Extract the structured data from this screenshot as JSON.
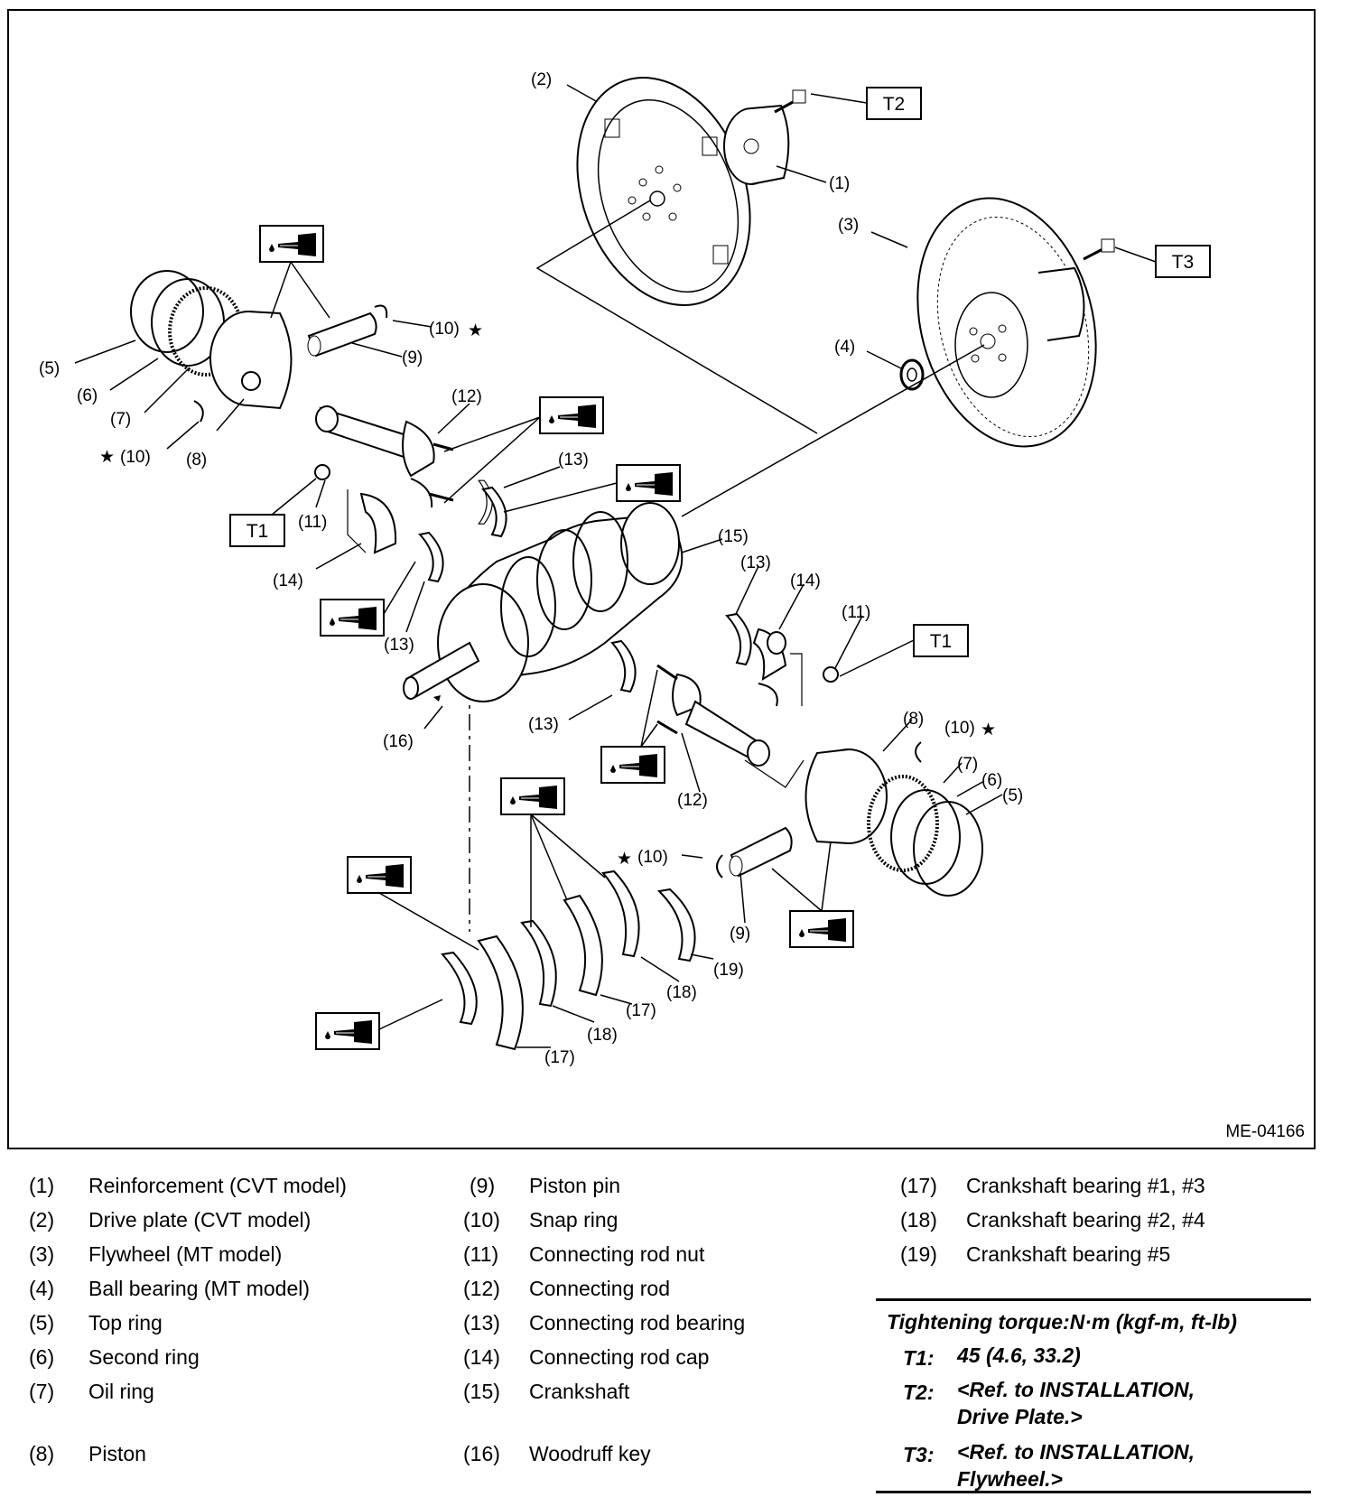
{
  "figure": {
    "code": "ME-04166",
    "callouts": [
      "(1)",
      "(2)",
      "(3)",
      "(4)",
      "(5)",
      "(6)",
      "(7)",
      "(8)",
      "(9)",
      "(10)",
      "(11)",
      "(12)",
      "(13)",
      "(14)",
      "(15)",
      "(16)",
      "(17)",
      "(18)",
      "(19)"
    ],
    "torque_boxes": [
      "T1",
      "T2",
      "T3"
    ],
    "star_symbol": "★",
    "oil_icon": "oil-can-icon"
  },
  "legend": {
    "column1": [
      {
        "num": "(1)",
        "name": "Reinforcement (CVT model)"
      },
      {
        "num": "(2)",
        "name": "Drive plate (CVT model)"
      },
      {
        "num": "(3)",
        "name": "Flywheel (MT model)"
      },
      {
        "num": "(4)",
        "name": "Ball bearing (MT model)"
      },
      {
        "num": "(5)",
        "name": "Top ring"
      },
      {
        "num": "(6)",
        "name": "Second ring"
      },
      {
        "num": "(7)",
        "name": "Oil ring"
      },
      {
        "num": "(8)",
        "name": "Piston"
      }
    ],
    "column2": [
      {
        "num": "(9)",
        "name": "Piston pin"
      },
      {
        "num": "(10)",
        "name": "Snap ring"
      },
      {
        "num": "(11)",
        "name": "Connecting rod nut"
      },
      {
        "num": "(12)",
        "name": "Connecting rod"
      },
      {
        "num": "(13)",
        "name": "Connecting rod bearing"
      },
      {
        "num": "(14)",
        "name": "Connecting rod cap"
      },
      {
        "num": "(15)",
        "name": "Crankshaft"
      },
      {
        "num": "(16)",
        "name": "Woodruff key"
      }
    ],
    "column3": [
      {
        "num": "(17)",
        "name": "Crankshaft bearing #1, #3"
      },
      {
        "num": "(18)",
        "name": "Crankshaft bearing #2, #4"
      },
      {
        "num": "(19)",
        "name": "Crankshaft bearing #5"
      }
    ]
  },
  "torque": {
    "title": "Tightening torque:N·m (kgf-m, ft-lb)",
    "items": [
      {
        "key": "T1:",
        "line1": "45 (4.6, 33.2)",
        "line2": ""
      },
      {
        "key": "T2:",
        "line1": "<Ref. to INSTALLATION,",
        "line2": "Drive Plate.>"
      },
      {
        "key": "T3:",
        "line1": "<Ref. to INSTALLATION,",
        "line2": "Flywheel.>"
      }
    ]
  }
}
